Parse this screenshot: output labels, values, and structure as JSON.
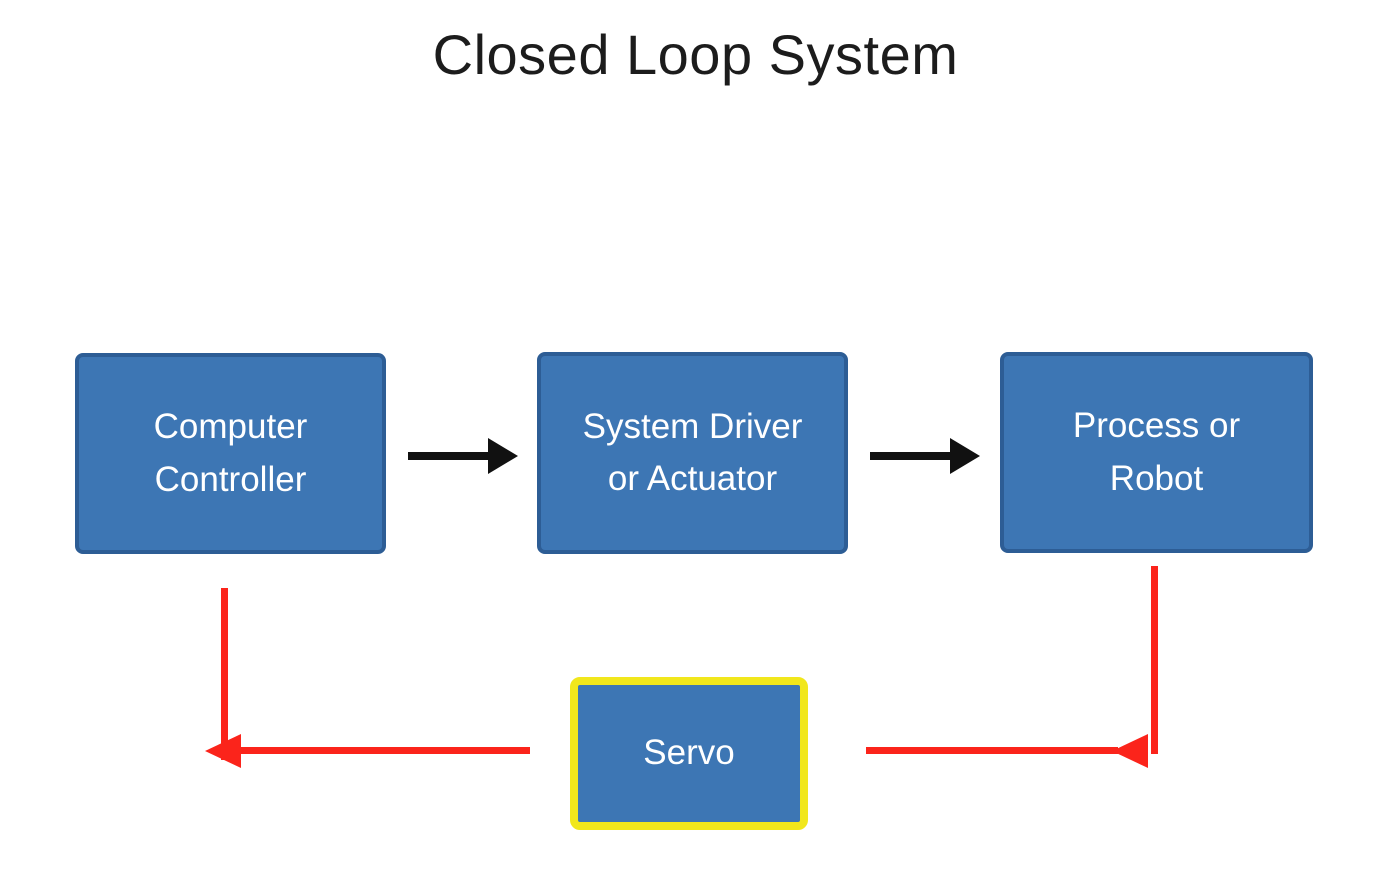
{
  "diagram": {
    "title": "Closed Loop System",
    "boxes": {
      "controller": {
        "line1": "Computer",
        "line2": "Controller"
      },
      "driver": {
        "line1": "System Driver",
        "line2": "or Actuator"
      },
      "process": {
        "line1": "Process or",
        "line2": "Robot"
      },
      "servo": {
        "label": "Servo"
      }
    },
    "colors": {
      "background": "#ffffff",
      "title_text": "#1c1c1c",
      "box_fill": "#3d76b4",
      "box_border": "#2d5d95",
      "box_text": "#ffffff",
      "servo_border": "#f1e71c",
      "arrow_black": "#111111",
      "arrow_red": "#fb241b"
    }
  }
}
